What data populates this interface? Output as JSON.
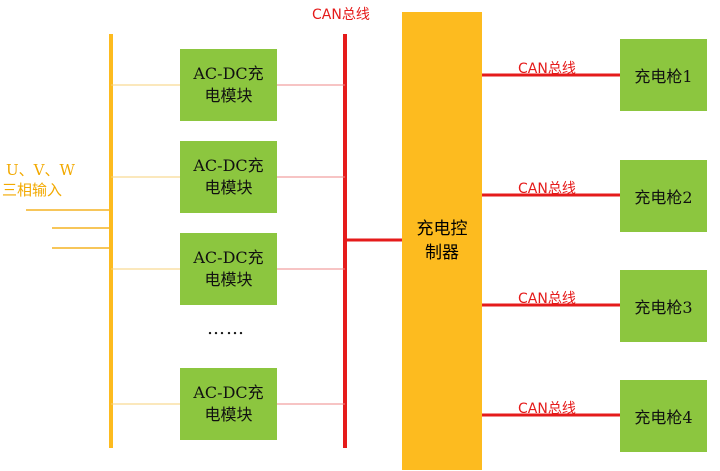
{
  "diagram": {
    "top_bus_label": "CAN总线",
    "input": {
      "line1": "U、V、W",
      "line2": "三相输入"
    },
    "modules": [
      {
        "line1": "AC-DC充",
        "line2": "电模块"
      },
      {
        "line1": "AC-DC充",
        "line2": "电模块"
      },
      {
        "line1": "AC-DC充",
        "line2": "电模块"
      },
      {
        "line1": "AC-DC充",
        "line2": "电模块"
      }
    ],
    "ellipsis": "……",
    "controller": {
      "line1": "充电控",
      "line2": "制器"
    },
    "branches": [
      {
        "bus_label": "CAN总线",
        "gun": "充电枪1"
      },
      {
        "bus_label": "CAN总线",
        "gun": "充电枪2"
      },
      {
        "bus_label": "CAN总线",
        "gun": "充电枪3"
      },
      {
        "bus_label": "CAN总线",
        "gun": "充电枪4"
      }
    ],
    "colors": {
      "power_bus": "#fdbb1f",
      "can_bus": "#e51b1b",
      "module": "#8cc63f",
      "controller": "#fdbb1f"
    }
  }
}
